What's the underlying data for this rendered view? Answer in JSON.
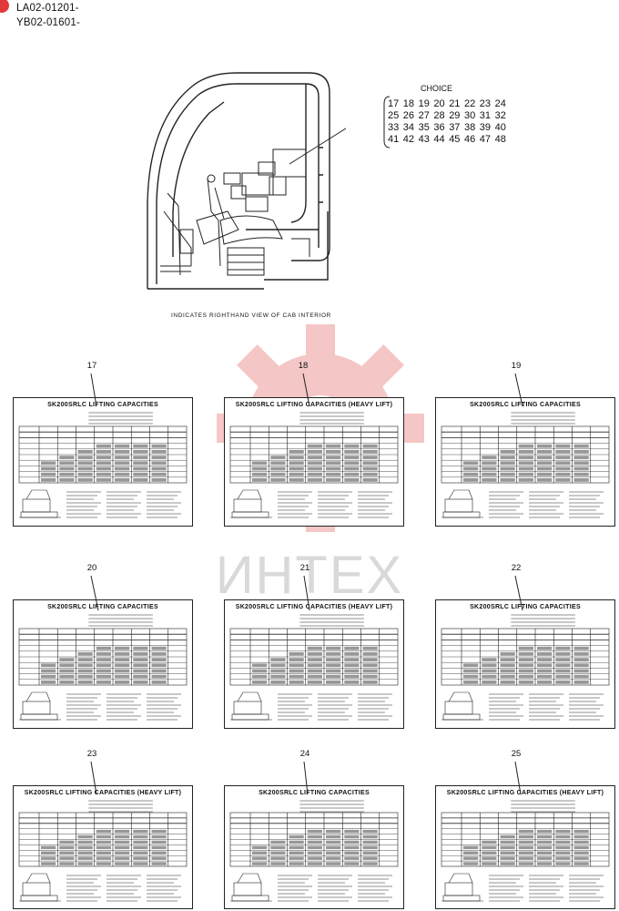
{
  "serials": [
    "LA02-01201-",
    "YB02-01601-"
  ],
  "choice": {
    "title": "CHOICE",
    "rows": [
      [
        "17",
        "18",
        "19",
        "20",
        "21",
        "22",
        "23",
        "24"
      ],
      [
        "25",
        "26",
        "27",
        "28",
        "29",
        "30",
        "31",
        "32"
      ],
      [
        "33",
        "34",
        "35",
        "36",
        "37",
        "38",
        "39",
        "40"
      ],
      [
        "41",
        "42",
        "43",
        "44",
        "45",
        "46",
        "47",
        "48"
      ]
    ]
  },
  "caption": "INDICATES RIGHTHAND VIEW OF CAB INTERIOR",
  "watermark": "ИНТЕХ",
  "labels": [
    {
      "number": "17",
      "title": "SK200SRLC  LIFTING  CAPACITIES"
    },
    {
      "number": "18",
      "title": "SK200SRLC  LIFTING  CAPACITIES (HEAVY  LIFT)"
    },
    {
      "number": "19",
      "title": "SK200SRLC  LIFTING  CAPACITIES"
    },
    {
      "number": "20",
      "title": "SK200SRLC  LIFTING  CAPACITIES"
    },
    {
      "number": "21",
      "title": "SK200SRLC  LIFTING  CAPACITIES (HEAVY  LIFT)"
    },
    {
      "number": "22",
      "title": "SK200SRLC  LIFTING  CAPACITIES"
    },
    {
      "number": "23",
      "title": "SK200SRLC  LIFTING  CAPACITIES (HEAVY  LIFT)"
    },
    {
      "number": "24",
      "title": "SK200SRLC  LIFTING  CAPACITIES"
    },
    {
      "number": "25",
      "title": "SK200SRLC  LIFTING  CAPACITIES (HEAVY  LIFT)"
    }
  ],
  "colors": {
    "badge": "#e23a3a",
    "watermark": "#f2b9b9",
    "line": "#222222"
  }
}
